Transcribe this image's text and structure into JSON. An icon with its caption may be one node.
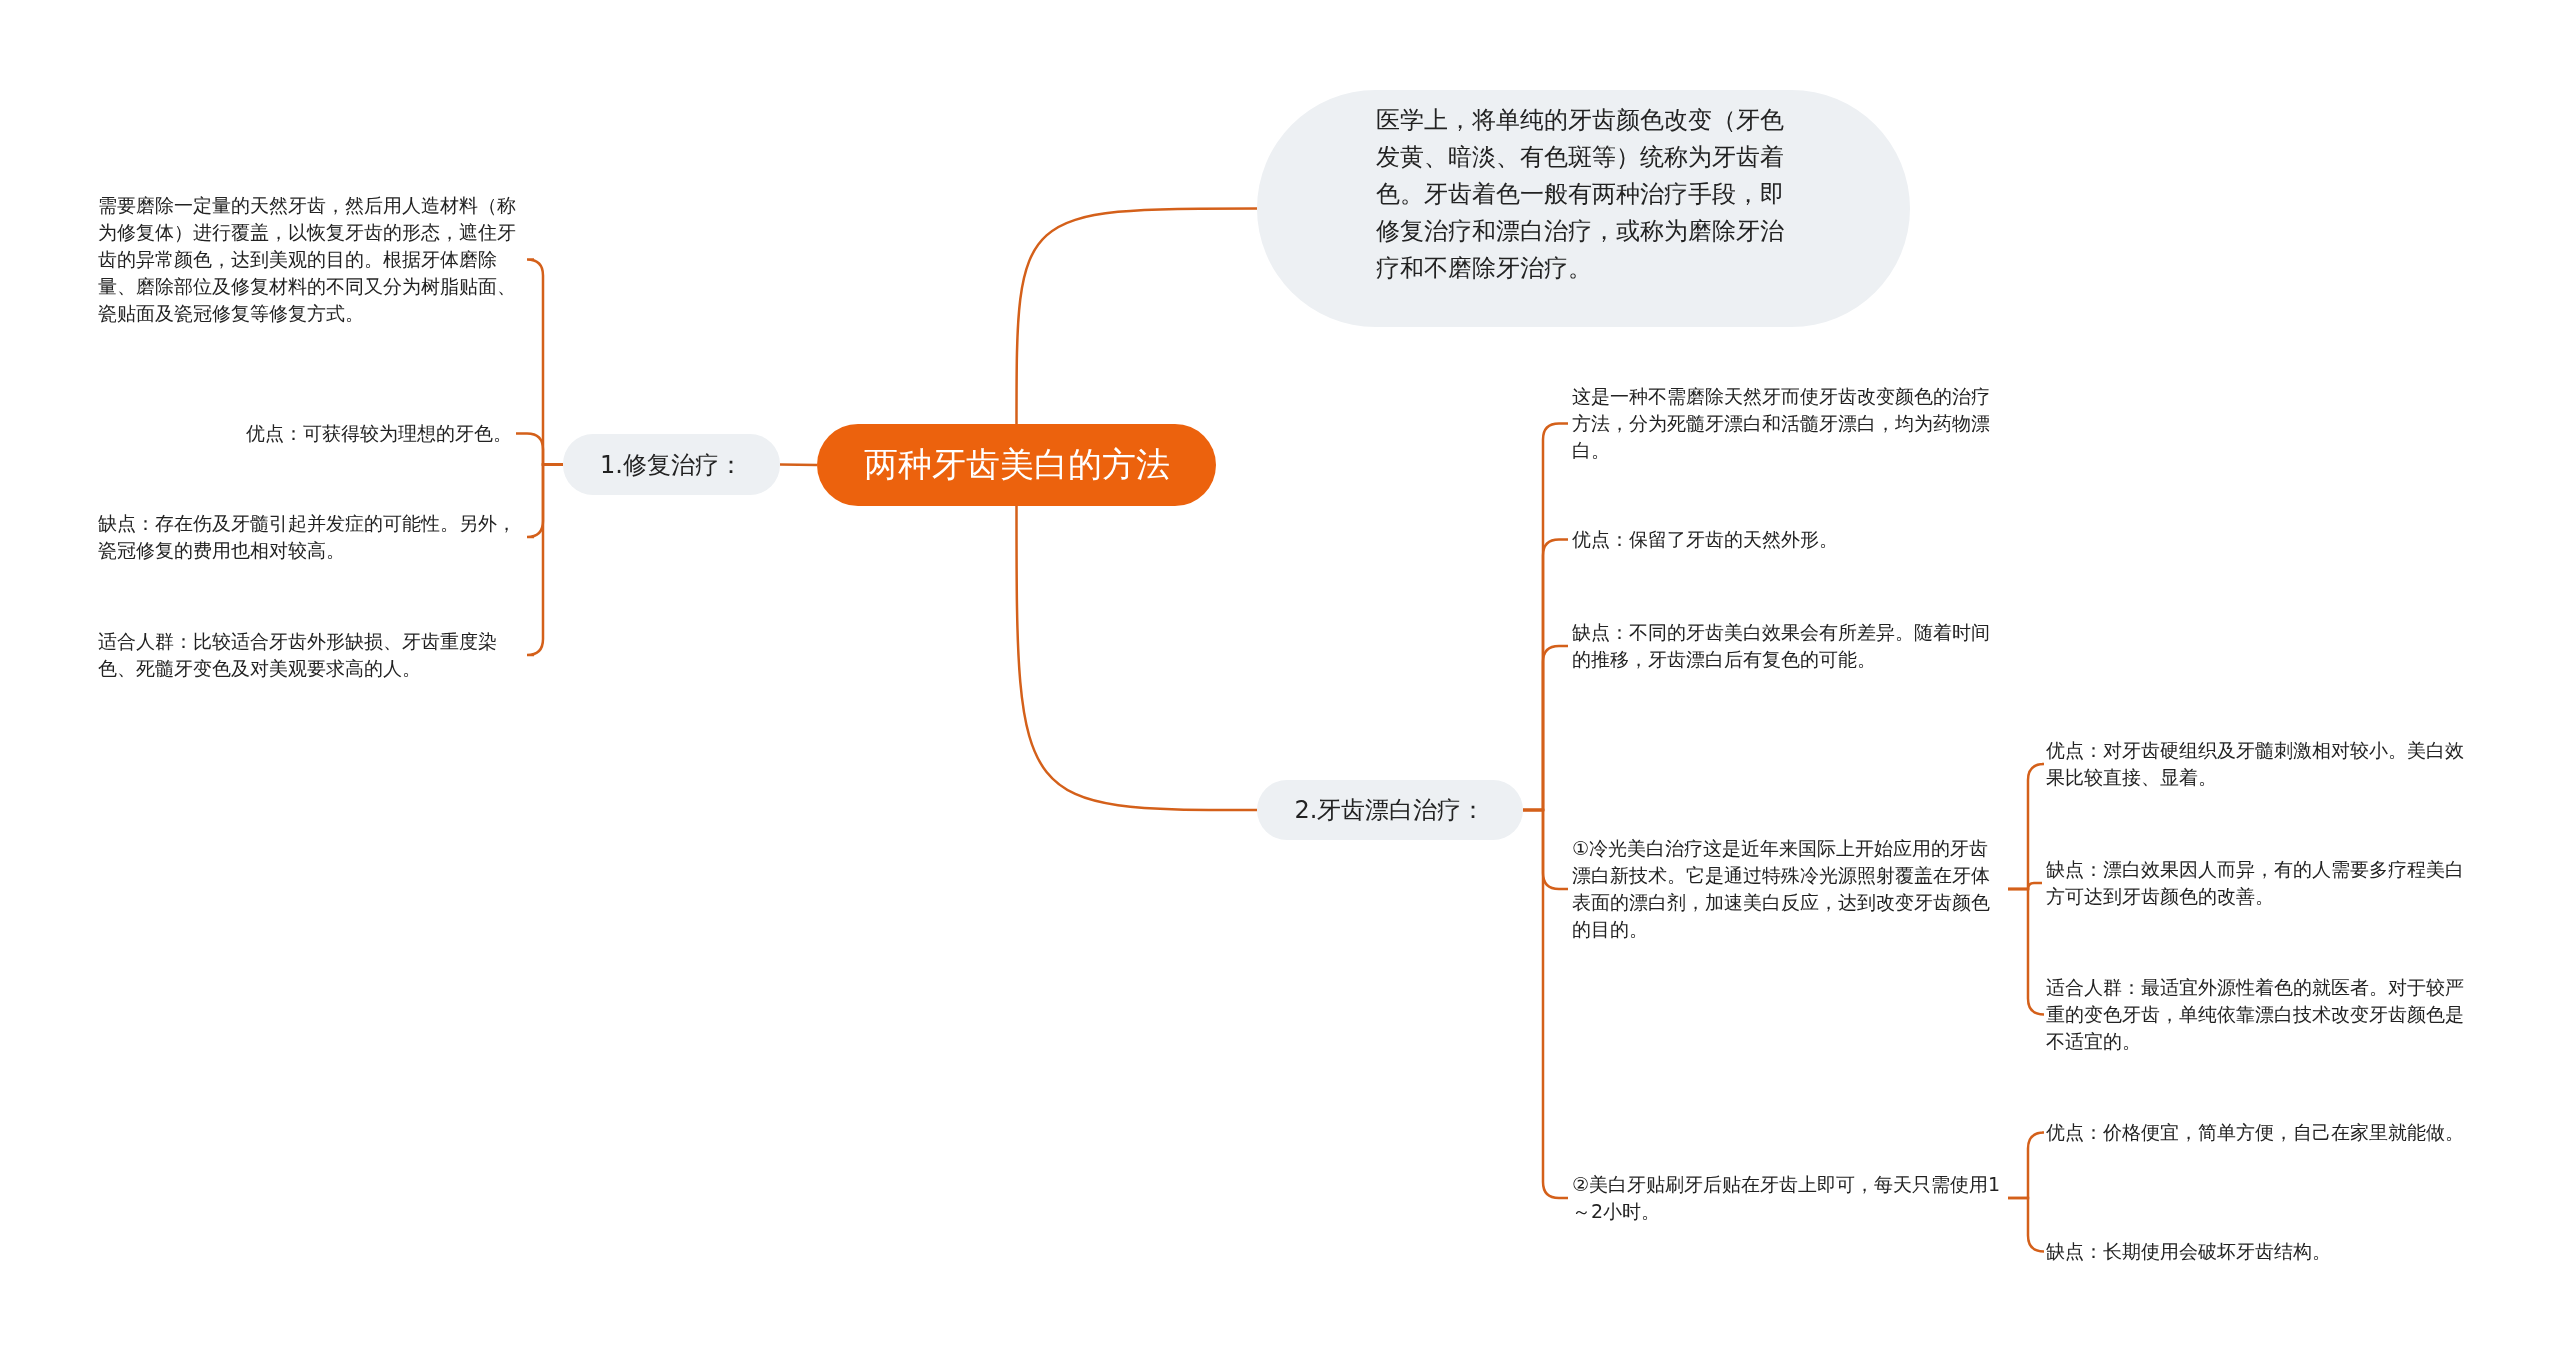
{
  "diagram": {
    "nodes": [
      {
        "text": [
          "两种牙齿美白的方法"
        ]
      },
      {
        "text": [
          "医学上，将单纯的牙齿颜色改变（牙色发黄、暗淡、有色斑等）统称为牙齿着色。牙齿着色一般有两种治疗手段，即修复治疗和漂白治疗，或称为磨除牙治疗和不磨除牙治疗。"
        ]
      },
      {
        "text": [
          "1.修复治疗："
        ]
      },
      {
        "text": [
          "需要磨除一定量的天然牙齿，然后用人造材料（称为修复体）进行覆盖，以恢复牙齿的形态，遮住牙齿的异常颜色，达到美观的目的。根据牙体磨除量、磨除部位及修复材料的不同又分为树脂贴面、瓷贴面及瓷冠修复等修复方式。"
        ]
      },
      {
        "text": [
          "优点：可获得较为理想的牙色。"
        ]
      },
      {
        "text": [
          "缺点：存在伤及牙髓引起并发症的可能性。另外，瓷冠修复的费用也相对较高。"
        ]
      },
      {
        "text": [
          "适合人群：比较适合牙齿外形缺损、牙齿重度染色、死髓牙变色及对美观要求高的人。"
        ]
      },
      {
        "text": [
          "2.牙齿漂白治疗："
        ]
      },
      {
        "text": [
          "这是一种不需磨除天然牙而使牙齿改变颜色的治疗方法，分为死髓牙漂白和活髓牙漂白，均为药物漂白。"
        ]
      },
      {
        "text": [
          "优点：保留了牙齿的天然外形。"
        ]
      },
      {
        "text": [
          "缺点：不同的牙齿美白效果会有所差异。随着时间的推移，牙齿漂白后有复色的可能。"
        ]
      },
      {
        "text": [
          "①冷光美白治疗这是近年来国际上开始应用的牙齿漂白新技术。它是通过特殊冷光源照射覆盖在牙体表面的漂白剂，加速美白反应，达到改变牙齿颜色的目的。"
        ]
      },
      {
        "text": [
          "②美白牙贴刷牙后贴在牙齿上即可，每天只需使用1～2小时。"
        ]
      },
      {
        "text": [
          "优点：对牙齿硬组织及牙髓刺激相对较小。美白效果比较直接、显着。"
        ]
      },
      {
        "text": [
          "缺点：漂白效果因人而异，有的人需要多疗程美白方可达到牙齿颜色的改善。"
        ]
      },
      {
        "text": [
          "适合人群：最适宜外源性着色的就医者。对于较严重的变色牙齿，单纯依靠漂白技术改变牙齿颜色是不适宜的。"
        ]
      },
      {
        "text": [
          "优点：价格便宜，简单方便，自己在家里就能做。"
        ]
      },
      {
        "text": [
          "缺点：长期使用会破坏牙齿结构。"
        ]
      }
    ],
    "edges": [
      {
        "from": 0,
        "to": 1,
        "arrow": "none"
      },
      {
        "from": 0,
        "to": 2,
        "arrow": "none"
      },
      {
        "from": 0,
        "to": 7,
        "arrow": "none"
      },
      {
        "from": 2,
        "to": 3,
        "arrow": "none"
      },
      {
        "from": 2,
        "to": 4,
        "arrow": "none"
      },
      {
        "from": 2,
        "to": 5,
        "arrow": "none"
      },
      {
        "from": 2,
        "to": 6,
        "arrow": "none"
      },
      {
        "from": 7,
        "to": 8,
        "arrow": "none"
      },
      {
        "from": 7,
        "to": 9,
        "arrow": "none"
      },
      {
        "from": 7,
        "to": 10,
        "arrow": "none"
      },
      {
        "from": 7,
        "to": 11,
        "arrow": "none"
      },
      {
        "from": 7,
        "to": 12,
        "arrow": "none"
      },
      {
        "from": 11,
        "to": 13,
        "arrow": "none"
      },
      {
        "from": 11,
        "to": 14,
        "arrow": "none"
      },
      {
        "from": 11,
        "to": 15,
        "arrow": "none"
      },
      {
        "from": 12,
        "to": 16,
        "arrow": "none"
      },
      {
        "from": 12,
        "to": 17,
        "arrow": "none"
      }
    ]
  }
}
